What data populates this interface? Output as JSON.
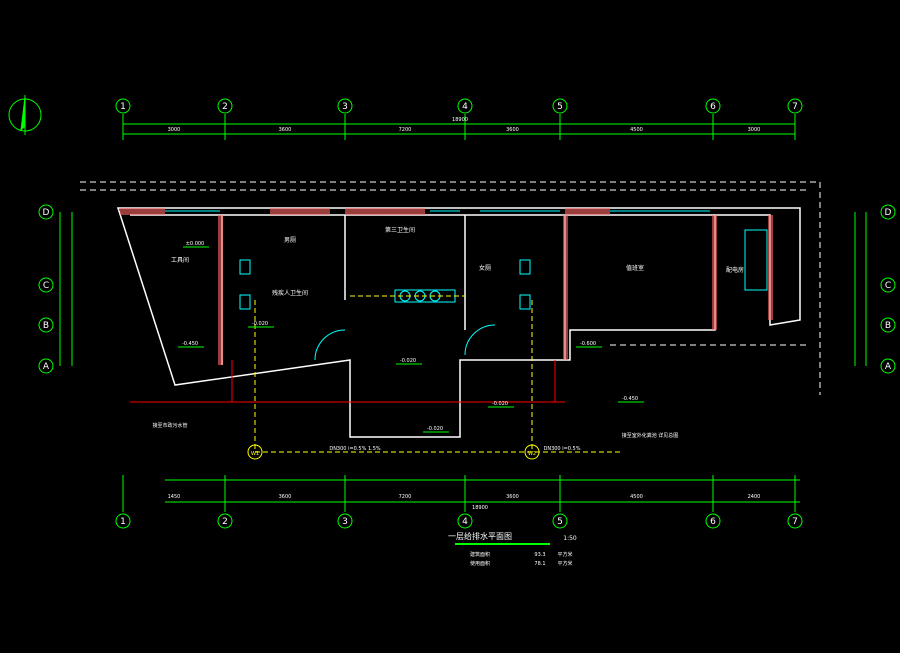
{
  "drawing": {
    "title": "一层给排水平面图",
    "scale": "1:50",
    "stats": [
      {
        "label": "建筑面积",
        "value": "93.3",
        "unit": "平方米"
      },
      {
        "label": "使用面积",
        "value": "78.1",
        "unit": "平方米"
      }
    ],
    "grid_columns": [
      "1",
      "2",
      "3",
      "4",
      "5",
      "6",
      "7"
    ],
    "grid_rows": [
      "A",
      "B",
      "C",
      "D"
    ],
    "top_dimensions": [
      "3000",
      "3600",
      "7200",
      "3600",
      "4500",
      "3000"
    ],
    "top_total": "18900",
    "bottom_dimensions": [
      "1450",
      "3600",
      "7200",
      "3600",
      "4500",
      "2400"
    ],
    "bottom_total": "18900",
    "rooms": [
      "工具间",
      "残疾人卫生间",
      "男厕",
      "第三卫生间",
      "女厕",
      "值班室",
      "配电房"
    ],
    "levels": [
      "±0.000",
      "-0.020",
      "-0.020",
      "-0.020",
      "-0.020",
      "-0.450",
      "-0.450",
      "-0.600"
    ],
    "pipe_labels": [
      "DN300 i=0.5% 1.5%",
      "DN300 i=0.5%"
    ],
    "manholes": [
      "W1",
      "W2"
    ],
    "notes": [
      "接至市政污水管",
      "接至室外化粪池 详见总图"
    ],
    "colors": {
      "grid": "#00ff00",
      "wall": "#ffffff",
      "pipe": "#ffff00",
      "fixture": "#00ffff",
      "red": "#ff0000",
      "hatch": "#ff6666"
    }
  }
}
